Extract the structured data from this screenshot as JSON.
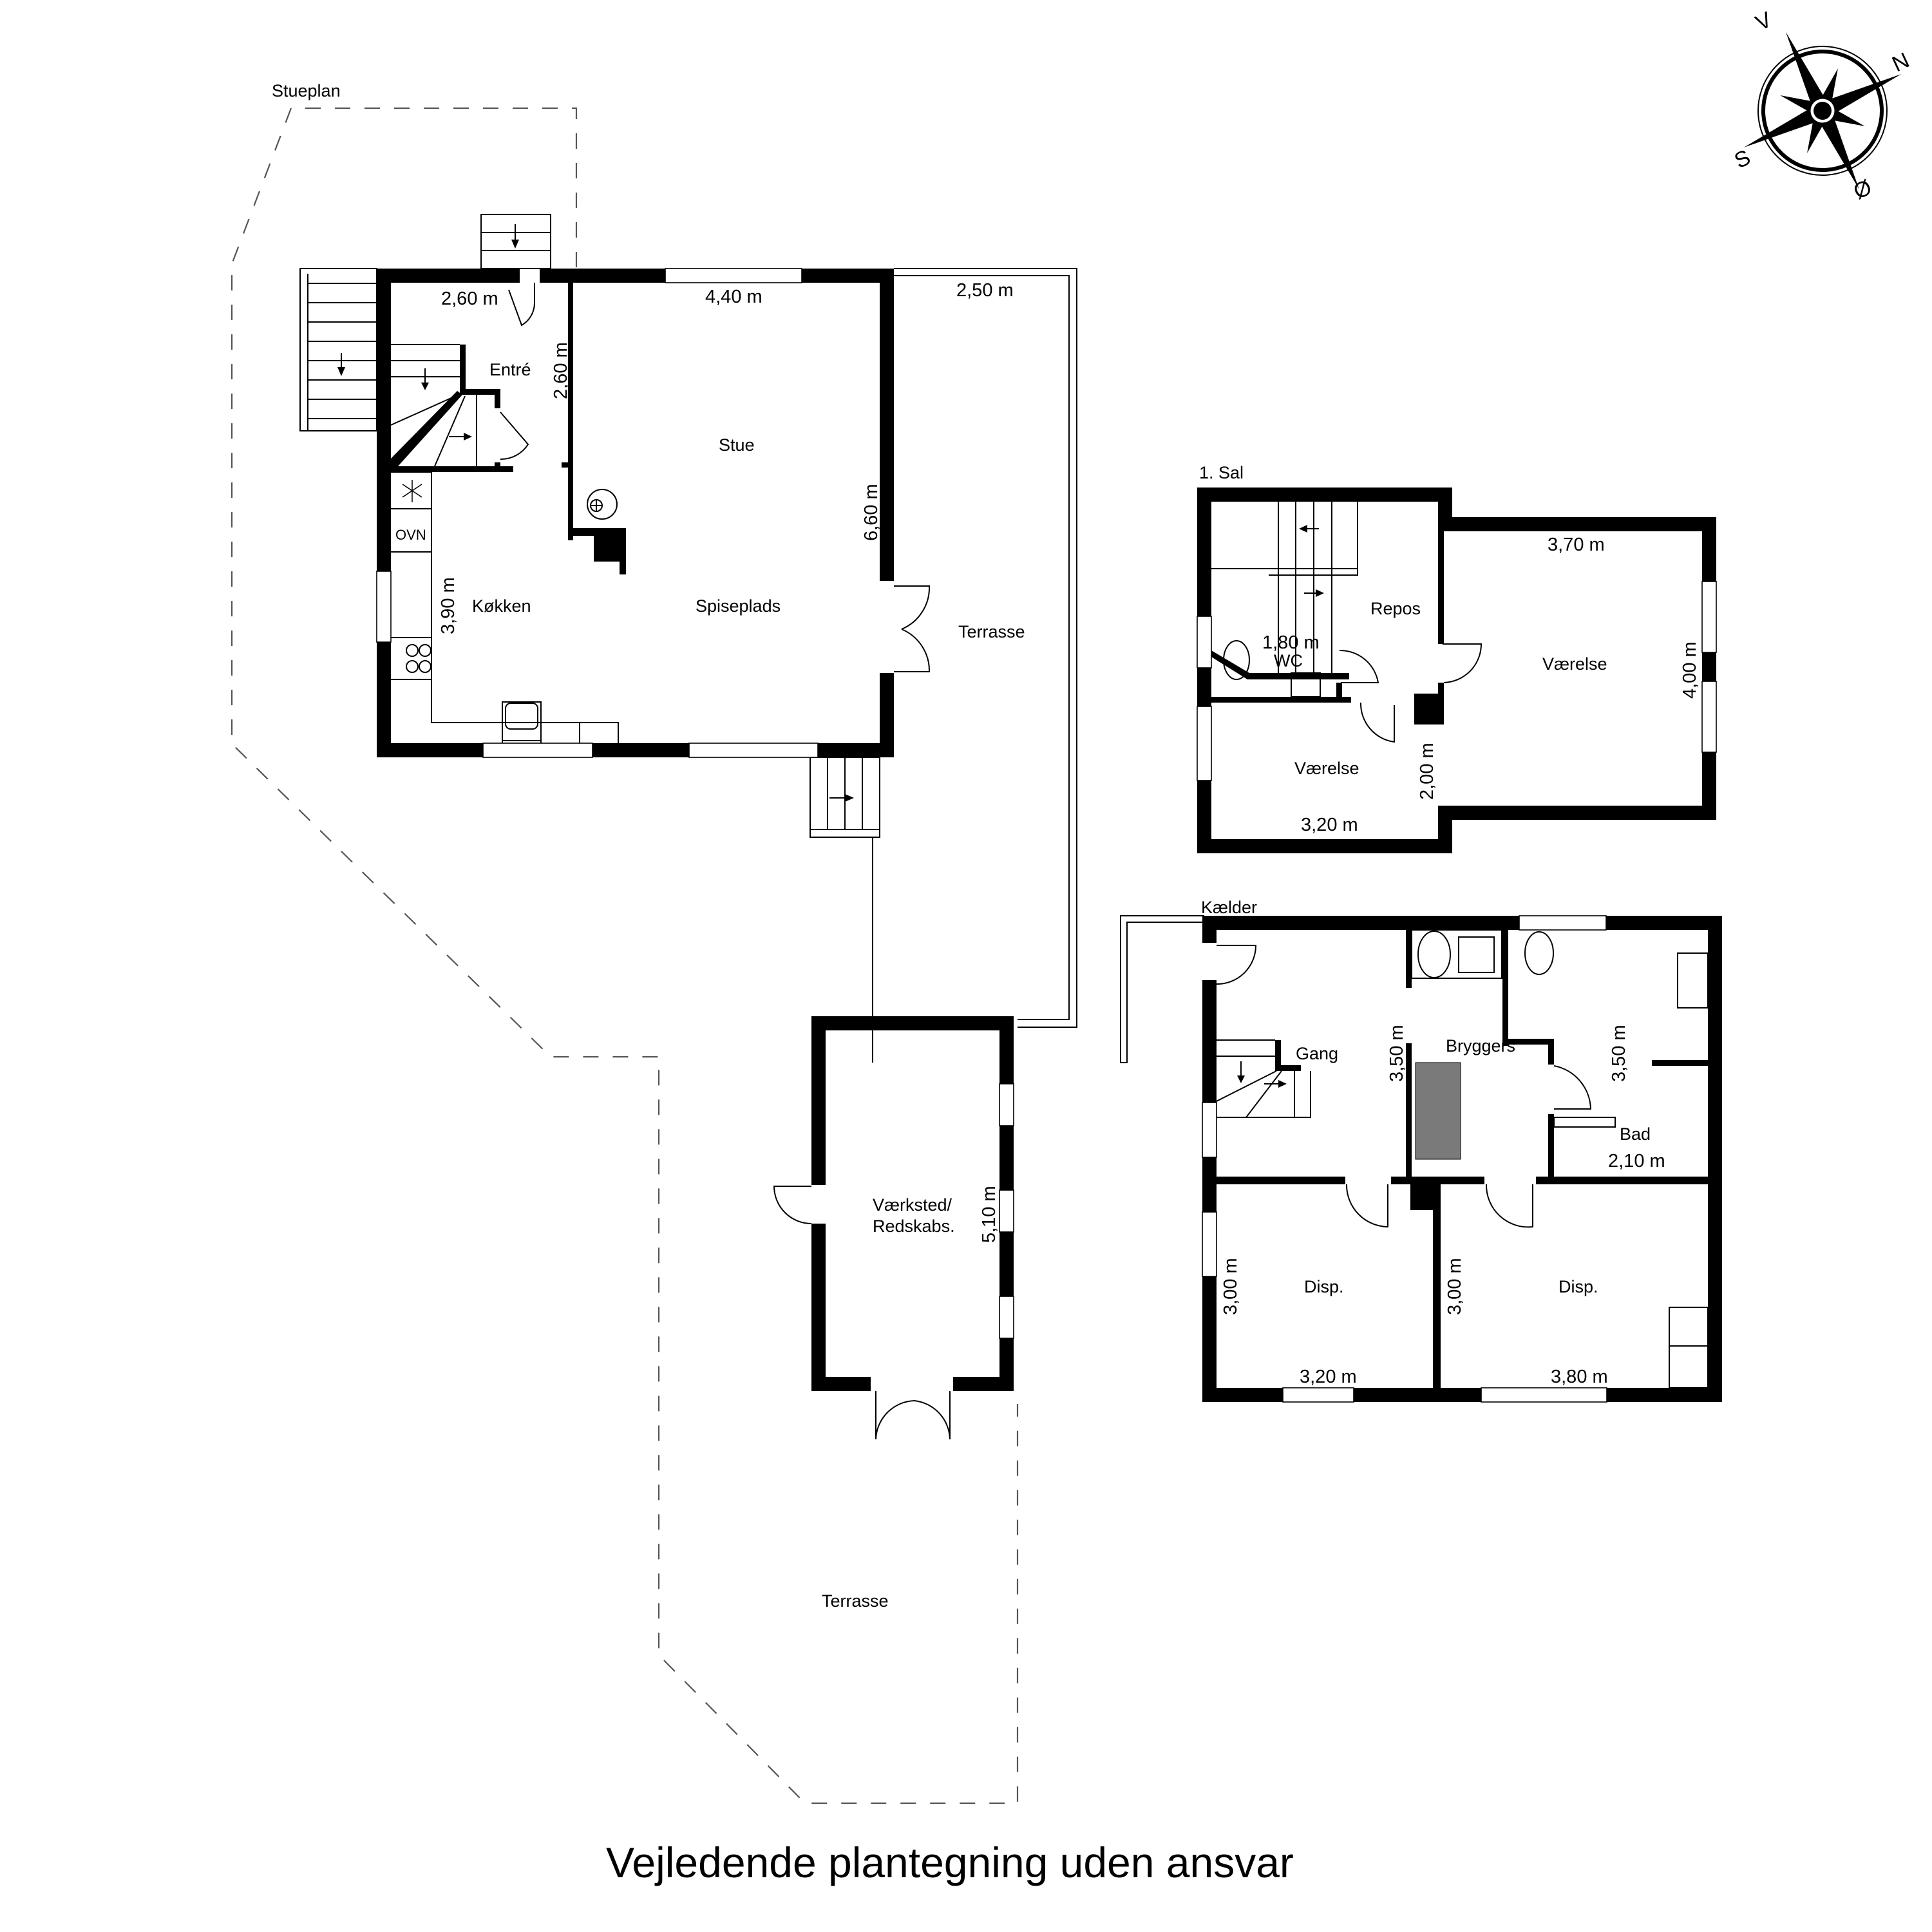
{
  "caption": "Vejledende plantegning uden ansvar",
  "compass": {
    "labels": {
      "north": "N",
      "south": "S",
      "east": "Ø",
      "west": "V"
    }
  },
  "stueplan": {
    "title": "Stueplan",
    "rooms": {
      "entre": "Entré",
      "stue": "Stue",
      "spiseplads": "Spiseplads",
      "kokken": "Køkken",
      "terrasse_east": "Terrasse",
      "vaerksted_line1": "Værksted/",
      "vaerksted_line2": "Redskabs.",
      "terrasse_south": "Terrasse"
    },
    "appliances": {
      "oven": "OVN"
    },
    "dimensions": {
      "entre_width": "2,60 m",
      "entre_height": "2,60 m",
      "stue_width": "4,40 m",
      "stue_height": "6,60 m",
      "kokken_height": "3,90 m",
      "terrasse_width": "2,50 m",
      "vaerksted_height": "5,10 m"
    }
  },
  "first_floor": {
    "title": "1. Sal",
    "rooms": {
      "repos": "Repos",
      "wc": "WC",
      "vaerelse_large": "Værelse",
      "vaerelse_small": "Værelse"
    },
    "dimensions": {
      "wc_width": "1,80 m",
      "vaerelse_large_width": "3,70 m",
      "vaerelse_large_height": "4,00 m",
      "vaerelse_small_width": "3,20 m",
      "vaerelse_small_height": "2,00 m"
    }
  },
  "basement": {
    "title": "Kælder",
    "rooms": {
      "gang": "Gang",
      "bryggers": "Bryggers",
      "bad": "Bad",
      "disp_left": "Disp.",
      "disp_right": "Disp."
    },
    "dimensions": {
      "gang_height": "3,50 m",
      "bad_height": "3,50 m",
      "bad_width": "2,10 m",
      "disp_left_height": "3,00 m",
      "disp_left_width": "3,20 m",
      "disp_right_height": "3,00 m",
      "disp_right_width": "3,80 m"
    }
  }
}
